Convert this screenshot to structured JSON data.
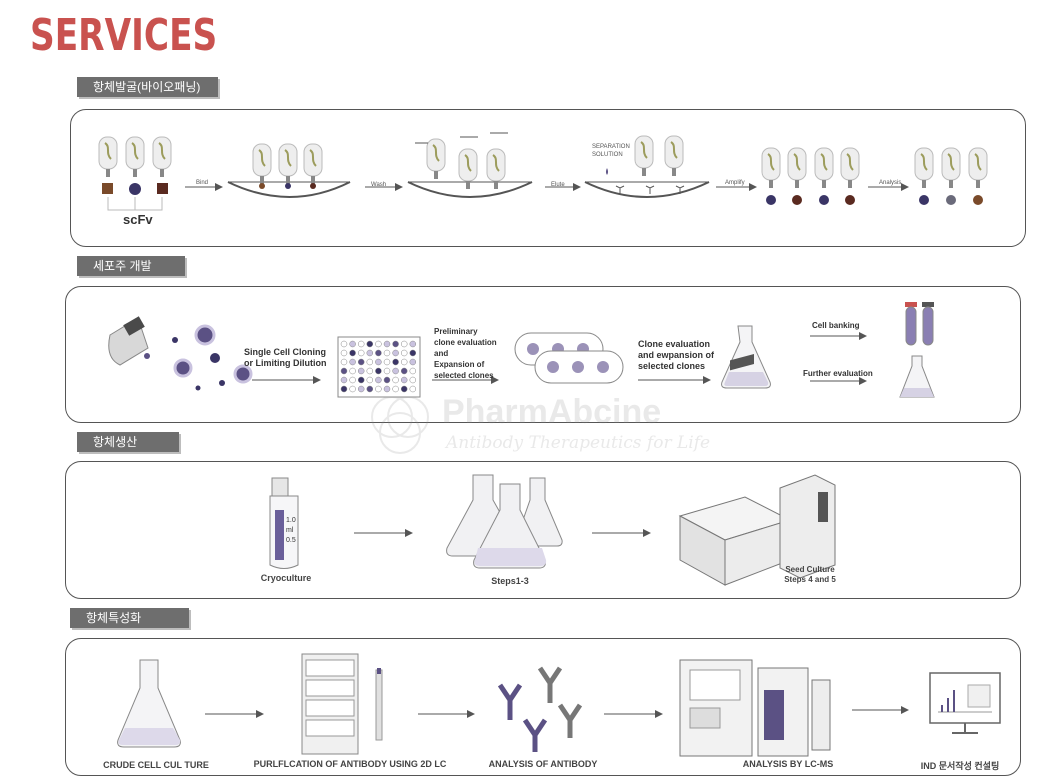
{
  "title": "SERVICES",
  "sections": {
    "discovery": {
      "tag": "항체발굴(바이오패닝)",
      "scfv": "scFv",
      "steps": [
        "Bind",
        "Wash",
        "Elute",
        "Amplify",
        "Analysis"
      ],
      "separation": [
        "SEPARATION",
        "SOLUTION"
      ]
    },
    "cellline": {
      "tag": "세포주 개발",
      "cloning": [
        "Single Cell Cloning",
        "or Limiting Dilution"
      ],
      "preliminary": [
        "Preliminary",
        "clone evaluation",
        "and",
        "Expansion of",
        "selected clones"
      ],
      "clone_eval": [
        "Clone evaluation",
        "and  ewpansion of",
        "selected clones"
      ],
      "banking": "Cell banking",
      "further": "Further evaluation"
    },
    "production": {
      "tag": "항체생산",
      "cryo": "Cryoculture",
      "steps": "Steps1-3",
      "seed": [
        "Seed Culture",
        "Steps 4 and 5"
      ],
      "tube_marks": [
        "1.0",
        "ml",
        "0.5"
      ]
    },
    "characterization": {
      "tag": "항체특성화",
      "crude": "CRUDE CELL CUL TURE",
      "purification": "PURLFLCATION OF ANTIBODY USING 2D LC",
      "analysis": "ANALYSIS OF ANTIBODY",
      "lcms": "ANALYSIS BY LC-MS",
      "ind": "IND 문서작성 컨설팅"
    }
  },
  "watermark": {
    "brand": "PharmAbcine",
    "tagline": "Antibody Therapeutics for Life"
  },
  "colors": {
    "title": "#c9524f",
    "tag_bg": "#6e6e6e",
    "purple": "#5b5184",
    "lavender": "#c9c2df"
  }
}
